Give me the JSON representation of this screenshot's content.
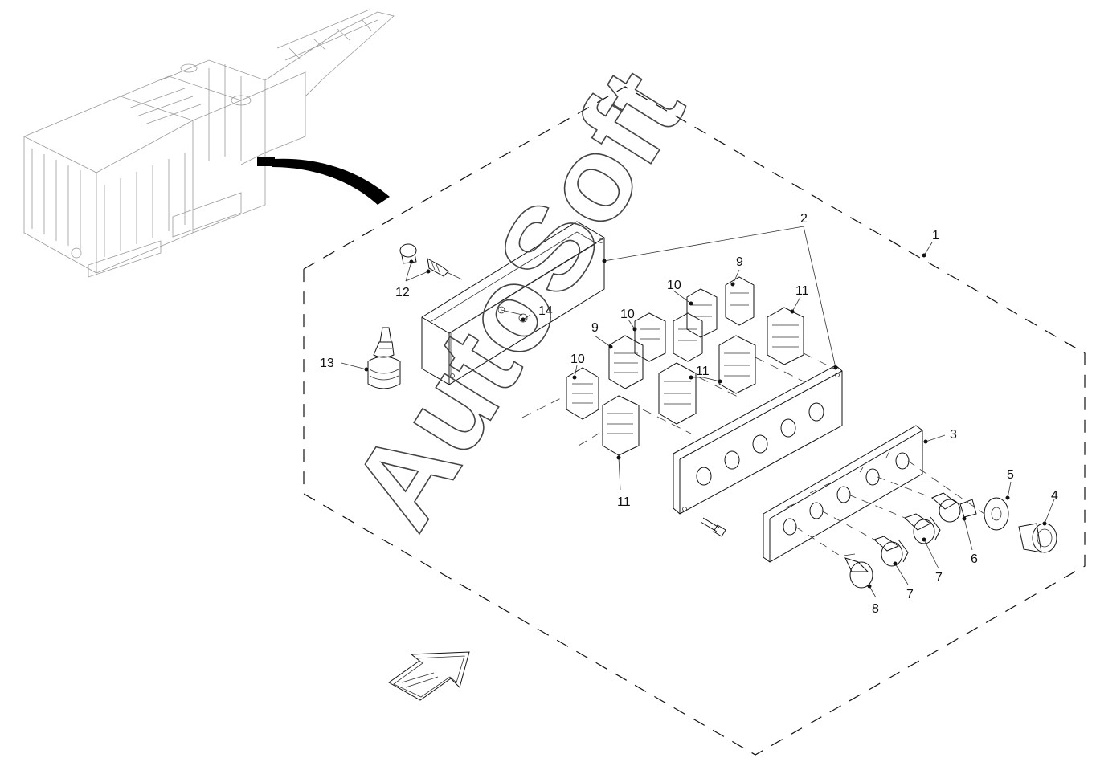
{
  "callouts": [
    {
      "id": "c1",
      "text": "1"
    },
    {
      "id": "c2",
      "text": "2"
    },
    {
      "id": "c3",
      "text": "3"
    },
    {
      "id": "c4",
      "text": "4"
    },
    {
      "id": "c5",
      "text": "5"
    },
    {
      "id": "c6",
      "text": "6"
    },
    {
      "id": "c7a",
      "text": "7"
    },
    {
      "id": "c7b",
      "text": "7"
    },
    {
      "id": "c8",
      "text": "8"
    },
    {
      "id": "c9a",
      "text": "9"
    },
    {
      "id": "c9b",
      "text": "9"
    },
    {
      "id": "c10a",
      "text": "10"
    },
    {
      "id": "c10b",
      "text": "10"
    },
    {
      "id": "c10c",
      "text": "10"
    },
    {
      "id": "c11a",
      "text": "11"
    },
    {
      "id": "c11b",
      "text": "11"
    },
    {
      "id": "c11c",
      "text": "11"
    },
    {
      "id": "c12",
      "text": "12"
    },
    {
      "id": "c13",
      "text": "13"
    },
    {
      "id": "c14",
      "text": "14"
    }
  ],
  "watermark": "AutoSoft"
}
